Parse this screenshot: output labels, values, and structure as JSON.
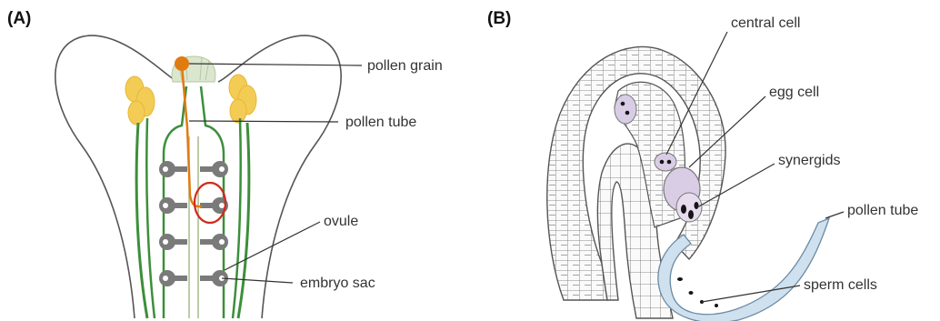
{
  "panels": [
    {
      "id": "A",
      "label": "(A)",
      "callouts": [
        "pollen grain",
        "pollen tube",
        "ovule",
        "embryo sac"
      ]
    },
    {
      "id": "B",
      "label": "(B)",
      "callouts": [
        "central cell",
        "egg cell",
        "synergids",
        "pollen tube",
        "sperm cells"
      ]
    }
  ],
  "colors": {
    "stem_green": "#3c8f3a",
    "pollen_orange": "#e07b10",
    "anther_yellow": "#f3cc55",
    "ovule_gray": "#7a7a7a",
    "highlight_red": "#d02a1e",
    "tube_blue": "#cfe0ee",
    "cell_lavender": "#d9cde6",
    "nucleus_black": "#151515"
  }
}
